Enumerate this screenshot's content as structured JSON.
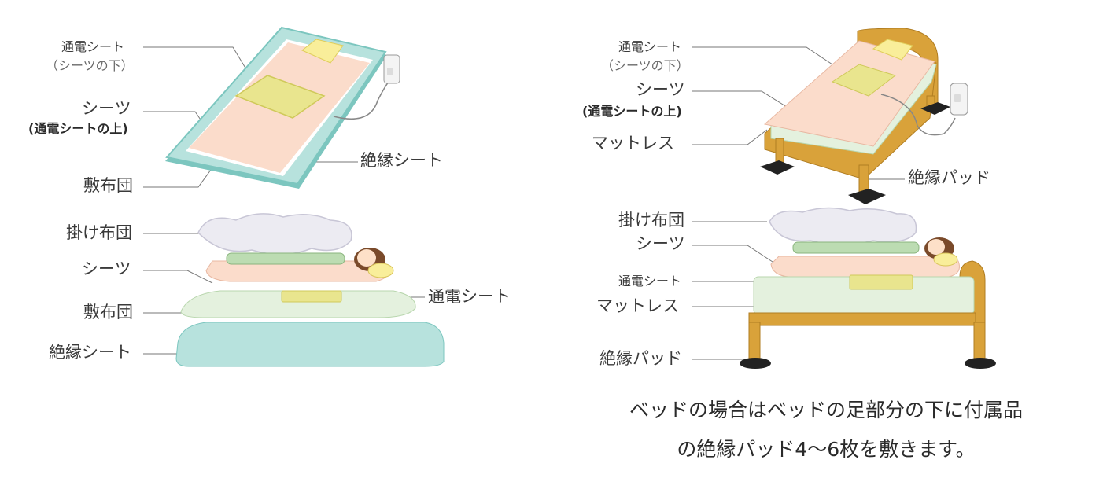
{
  "colors": {
    "insulation_sheet": "#b7e2dd",
    "insulation_sheet_dark": "#7cc6bf",
    "bed_sheet": "#fbdccb",
    "futon": "#e4f1de",
    "heating_pad": "#e9e58e",
    "pillow": "#f9ee9a",
    "quilt": "#ecebf2",
    "person_clothes": "#bcdcb2",
    "bed_frame": "#d9a23a",
    "insulation_pad": "#222222"
  },
  "futon_top": {
    "labels": {
      "heating_sheet": "通電シート",
      "heating_sheet_note": "（シーツの下）",
      "bed_sheet": "シーツ",
      "bed_sheet_note": "(通電シートの上)",
      "futon": "敷布団",
      "insulation_sheet": "絶縁シート"
    }
  },
  "futon_side": {
    "labels": {
      "quilt": "掛け布団",
      "bed_sheet": "シーツ",
      "futon": "敷布団",
      "insulation_sheet": "絶縁シート",
      "heating_sheet": "通電シート"
    }
  },
  "bed_top": {
    "labels": {
      "heating_sheet": "通電シート",
      "heating_sheet_note": "（シーツの下）",
      "bed_sheet": "シーツ",
      "bed_sheet_note": "(通電シートの上)",
      "mattress": "マットレス",
      "insulation_pad": "絶縁パッド"
    }
  },
  "bed_side": {
    "labels": {
      "quilt": "掛け布団",
      "bed_sheet": "シーツ",
      "heating_sheet": "通電シート",
      "mattress": "マットレス",
      "insulation_pad": "絶縁パッド"
    }
  },
  "caption": {
    "line1": "ベッドの場合はベッドの足部分の下に付属品",
    "line2": "の絶縁パッド4〜6枚を敷きます。"
  }
}
